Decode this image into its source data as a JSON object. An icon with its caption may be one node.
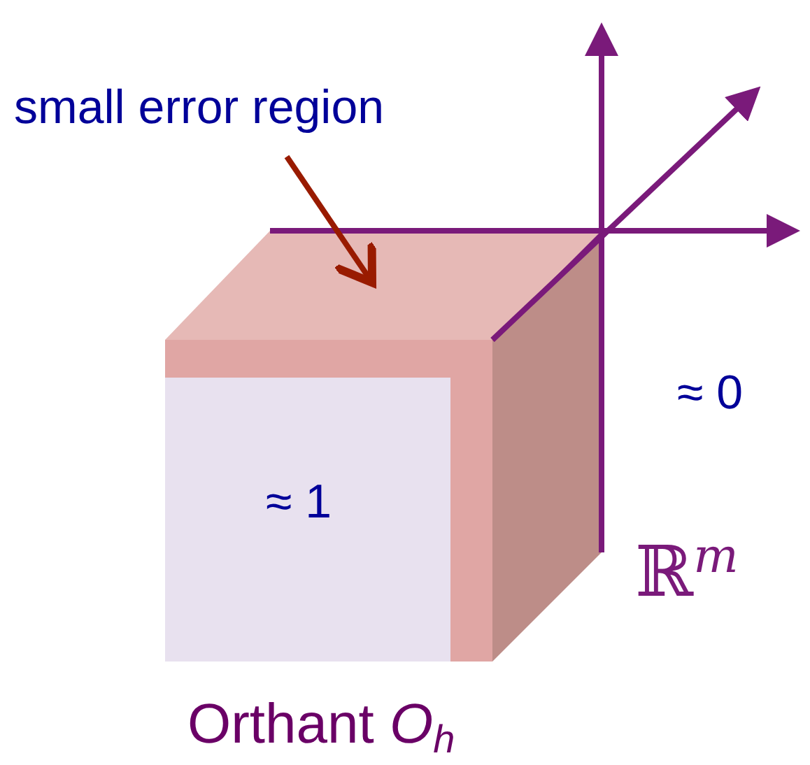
{
  "diagram": {
    "nodes": [
      {
        "text": [
          "small error region"
        ]
      },
      {
        "text": [],
        "shape": "box"
      }
    ],
    "edges": [
      {
        "from": 0,
        "to": 1,
        "arrow": "to",
        "color": "#991b00"
      }
    ],
    "labels": [
      "≈ 1",
      "≈ 0",
      "ℝ$^{m}$",
      "Orthant *O*$_{h}$"
    ]
  }
}
